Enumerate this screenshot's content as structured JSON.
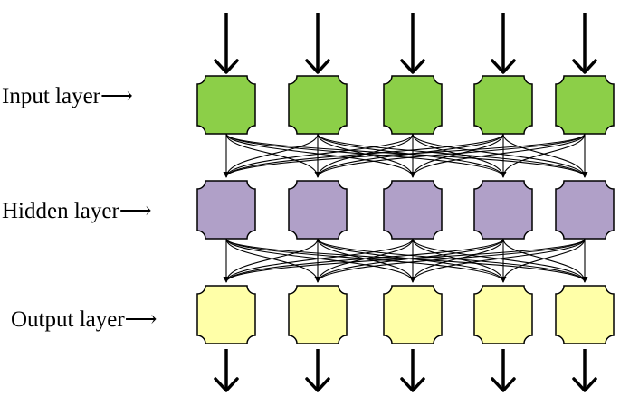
{
  "labels": {
    "input": "Input layer⟶",
    "hidden": "Hidden layer⟶",
    "output": "Output layer⟶"
  },
  "layers": [
    {
      "key": "input",
      "nodes": 5,
      "color": "#8ccf48"
    },
    {
      "key": "hidden",
      "nodes": 5,
      "color": "#b0a0c8"
    },
    {
      "key": "output",
      "nodes": 5,
      "color": "#ffffa8"
    }
  ],
  "connections": "fully-connected between adjacent layers",
  "colors": {
    "stroke": "#000000",
    "background": "#ffffff"
  }
}
